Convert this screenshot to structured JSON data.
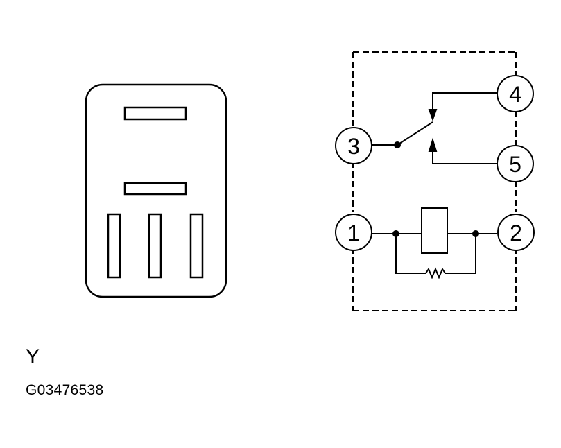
{
  "connector": {
    "pin_labels": [
      "1",
      "2",
      "3",
      "4",
      "5"
    ]
  },
  "caption": {
    "letter": "Y",
    "code": "G03476538"
  },
  "colors": {
    "ink": "#000000",
    "background": "#ffffff"
  }
}
